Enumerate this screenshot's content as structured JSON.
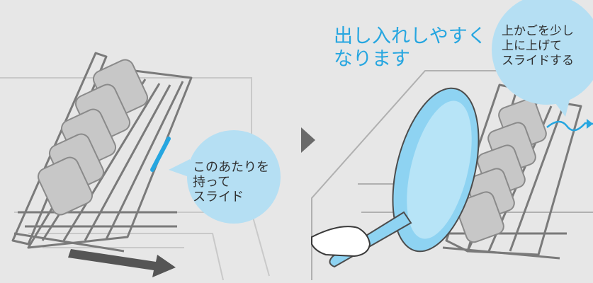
{
  "headline": "出し入れしやすく\nなります",
  "callout_left": "このあたりを\n持って\nスライド",
  "callout_right": "上かごを少し\n上に上げて\nスライドする",
  "colors": {
    "background": "#e7e7e7",
    "accent_blue": "#26a6e0",
    "bubble": "#b5dff3",
    "arrow_gray": "#555555",
    "line_gray": "#8a8a8a"
  }
}
